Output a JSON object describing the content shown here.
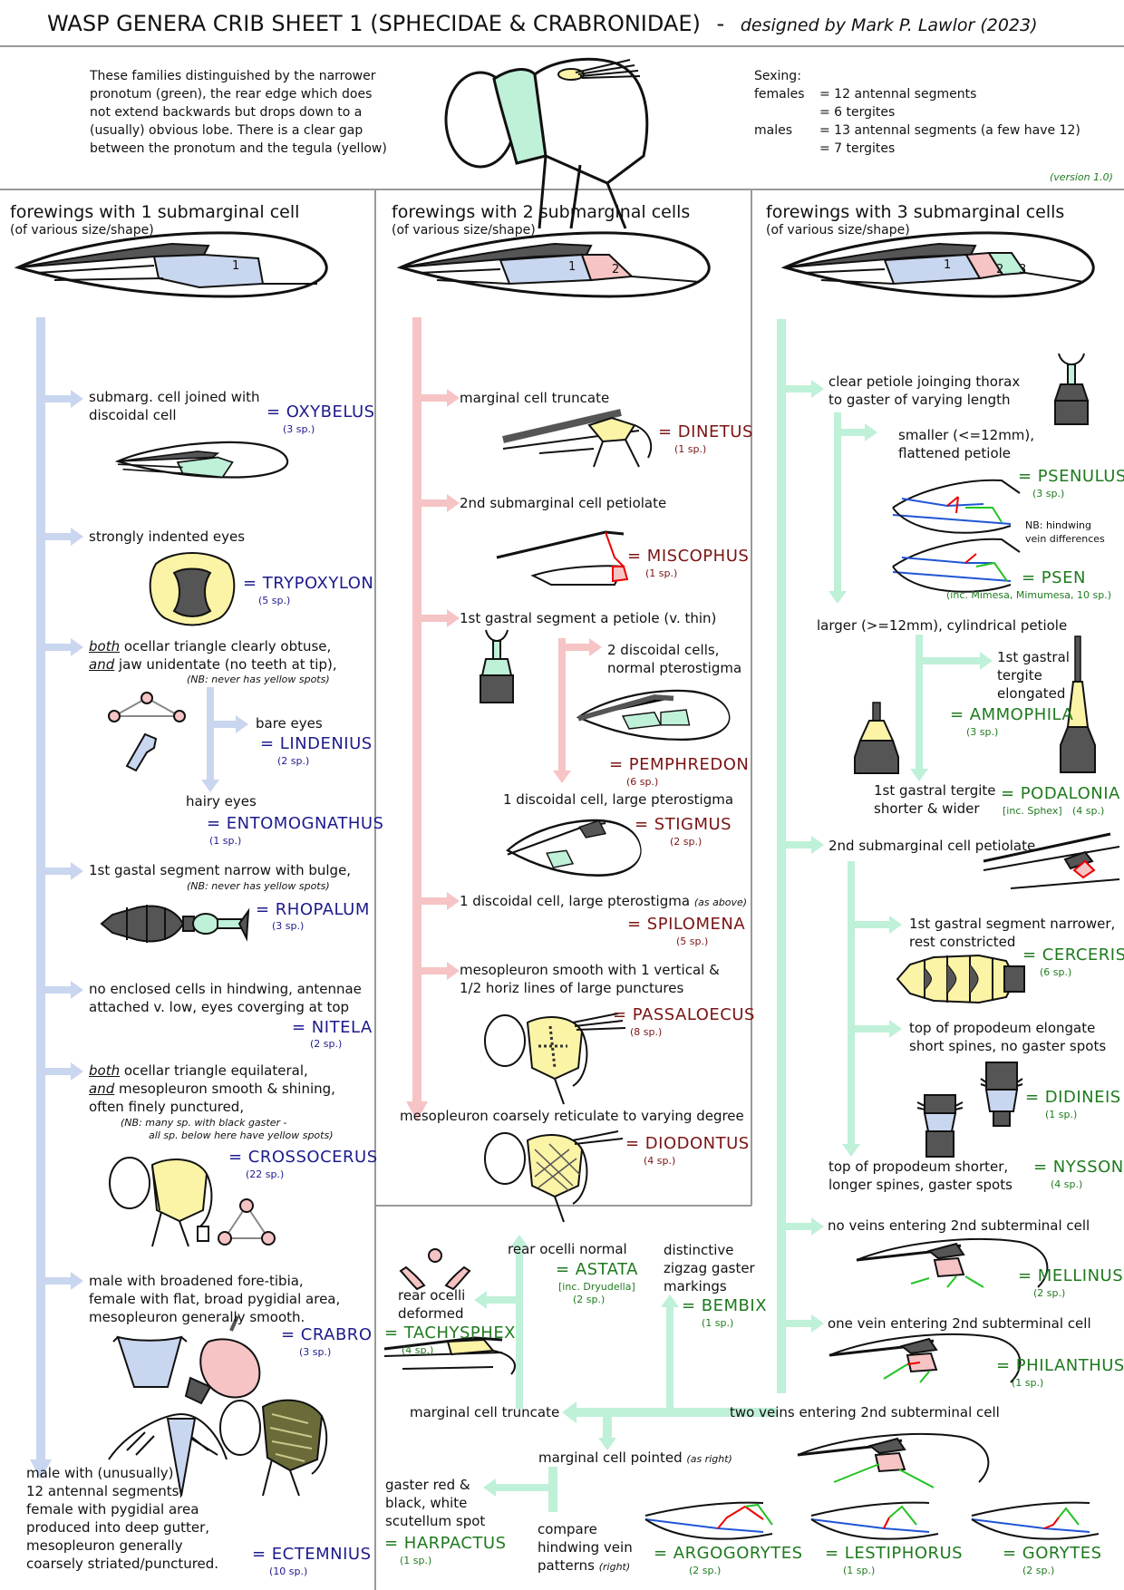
{
  "title": {
    "main": "WASP GENERA CRIB SHEET 1 (SPHECIDAE & CRABRONIDAE)",
    "dash": "-",
    "credit": "designed by Mark P. Lawlor (2023)"
  },
  "intro": {
    "lines": [
      "These families distinguished by the narrower",
      "pronotum (green), the rear edge which does",
      "not extend backwards but drops down to a",
      "(usually) obvious lobe. There is a clear gap",
      "between the pronotum and the tegula (yellow)"
    ],
    "sexing": {
      "label": "Sexing:",
      "female_label": "females",
      "female_1": "= 12 antennal segments",
      "female_2": "= 6 tergites",
      "male_label": "males",
      "male_1": "= 13 antennal segments (a few have 12)",
      "male_2": "= 7 tergites"
    },
    "version": "(version 1.0)"
  },
  "colors": {
    "blue": "#c9d6ef",
    "red": "#f6c4c4",
    "green": "#bff0d8",
    "yellow": "#fbf3a6",
    "dark": "#555555",
    "blue_text": "#1e1b8c",
    "red_text": "#7a1414",
    "green_text": "#1f7a1f"
  },
  "col1": {
    "heading": "forewings with 1 submarginal cell",
    "subheading": "(of various size/shape)",
    "cell1": "1",
    "c1": "submarg. cell joined with",
    "c1b": "discoidal cell",
    "g1": "= OXYBELUS",
    "s1": "(3 sp.)",
    "c2": "strongly indented eyes",
    "g2": "= TRYPOXYLON",
    "s2": "(5 sp.)",
    "c3a": "both",
    "c3b": " ocellar triangle clearly obtuse,",
    "c3c": "and",
    "c3d": " jaw unidentate (no teeth at tip),",
    "c3n": "(NB: never has yellow spots)",
    "c3e": "bare eyes",
    "g3": "= LINDENIUS",
    "s3": "(2 sp.)",
    "c3f": "hairy eyes",
    "g4": "= ENTOMOGNATHUS",
    "s4": "(1 sp.)",
    "c5": "1st gastal segment narrow with bulge,",
    "c5n": "(NB: never has yellow spots)",
    "g5": "= RHOPALUM",
    "s5": "(3 sp.)",
    "c6": "no enclosed cells in hindwing, antennae",
    "c6b": "attached v. low, eyes coverging at top",
    "g6": "= NITELA",
    "s6": "(2 sp.)",
    "c7a": "both",
    "c7b": " ocellar triangle equilateral,",
    "c7c": "and",
    "c7d": " mesopleuron smooth & shining,",
    "c7e": "often finely punctured,",
    "c7n1": "(NB: many sp. with black gaster -",
    "c7n2": "all sp. below here have yellow spots)",
    "g7": "= CROSSOCERUS",
    "s7": "(22 sp.)",
    "c8": "male with broadened fore-tibia,",
    "c8b": "female with flat, broad pygidial area,",
    "c8c": "mesopleuron generally smooth.",
    "g8": "= CRABRO",
    "s8": "(3 sp.)",
    "c9": [
      "male with (unusually)",
      "12 antennal segments,",
      "female with pygidial area",
      "produced into deep gutter,",
      "mesopleuron generally",
      "coarsely striated/punctured."
    ],
    "g9": "= ECTEMNIUS",
    "s9": "(10 sp.)"
  },
  "col2": {
    "heading": "forewings with 2 submarginal cells",
    "subheading": "(of various size/shape)",
    "cell1": "1",
    "cell2": "2",
    "c1": "marginal cell truncate",
    "g1": "= DINETUS",
    "s1": "(1 sp.)",
    "c2": "2nd submarginal cell petiolate",
    "g2": "= MISCOPHUS",
    "s2": "(1 sp.)",
    "c3": "1st gastral segment a petiole (v. thin)",
    "c3a": "2 discoidal cells,",
    "c3b": "normal pterostigma",
    "g3": "= PEMPHREDON",
    "s3": "(6 sp.)",
    "c4": "1 discoidal cell, large pterostigma",
    "g4": "= STIGMUS",
    "s4": "(2 sp.)",
    "c5": "1 discoidal cell, large pterostigma",
    "c5n": "(as above)",
    "g5": "= SPILOMENA",
    "s5": "(5 sp.)",
    "c6": "mesopleuron smooth with 1 vertical &",
    "c6b": "1/2 horiz lines of large punctures",
    "g6": "= PASSALOECUS",
    "s6": "(8 sp.)",
    "c7": "mesopleuron coarsely reticulate to varying degree",
    "g7": "= DIODONTUS",
    "s7": "(4 sp.)"
  },
  "col3": {
    "heading": "forewings with 3 submarginal cells",
    "subheading": "(of various size/shape)",
    "cell1": "1",
    "cell2": "2",
    "cell3": "3",
    "c1": "clear petiole joinging thorax",
    "c1b": "to gaster of varying length",
    "c2": "smaller (<=12mm),",
    "c2b": "flattened petiole",
    "g1": "= PSENULUS",
    "s1": "(3 sp.)",
    "nb1": "NB: hindwing",
    "nb2": "vein differences",
    "g2": "= PSEN",
    "s2": "(inc. Mimesa, Mimumesa, 10 sp.)",
    "c3": "larger (>=12mm), cylindrical petiole",
    "c4a": "1st gastral",
    "c4b": "tergite",
    "c4c": "elongated",
    "g3": "= AMMOPHILA",
    "s3": "(3 sp.)",
    "c5a": "1st gastral tergite",
    "c5b": "shorter & wider",
    "g4": "= PODALONIA",
    "s4": "[inc. Sphex]",
    "s4b": "(4 sp.)",
    "c6": "2nd submarginal cell petiolate",
    "c7": "1st gastral segment narrower,",
    "c7b": "rest constricted",
    "g5": "= CERCERIS",
    "s5": "(6 sp.)",
    "c8": "top of propodeum elongate",
    "c8b": "short spines, no gaster spots",
    "g6": "= DIDINEIS",
    "s6": "(1 sp.)",
    "c9": "top of propodeum shorter,",
    "c9b": "longer spines, gaster spots",
    "g7": "= NYSSON",
    "s7": "(4 sp.)",
    "c10": "no veins entering 2nd subterminal cell",
    "g8": "= MELLINUS",
    "s8": "(2 sp.)",
    "c11": "one vein entering 2nd  subterminal cell",
    "g9": "= PHILANTHUS",
    "s9": "(1 sp.)",
    "c12": "two veins entering 2nd subterminal cell"
  },
  "bottom": {
    "rear_normal": "rear ocelli normal",
    "g_astata": "= ASTATA",
    "s_astata1": "[inc. Dryudella]",
    "s_astata2": "(2 sp.)",
    "zig1": "distinctive",
    "zig2": "zigzag gaster",
    "zig3": "markings",
    "g_bembix": "= BEMBIX",
    "s_bembix": "(1 sp.)",
    "def1": "rear ocelli",
    "def2": "deformed",
    "g_tachy": "= TACHYSPHEX",
    "s_tachy": "(4 sp.)",
    "trunc": "marginal cell truncate",
    "pointed": "marginal cell pointed",
    "pointed_n": "(as right)",
    "gr1": "gaster red &",
    "gr2": "black, white",
    "gr3": "scutellum spot",
    "g_harp": "= HARPACTUS",
    "s_harp": "(1 sp.)",
    "cmp1": "compare",
    "cmp2": "hindwing vein",
    "cmp3": "patterns",
    "cmp_n": "(right)",
    "g_arg": "= ARGOGORYTES",
    "s_arg": "(2 sp.)",
    "g_les": "= LESTIPHORUS",
    "s_les": "(1 sp.)",
    "g_gor": "= GORYTES",
    "s_gor": "(2 sp.)"
  }
}
